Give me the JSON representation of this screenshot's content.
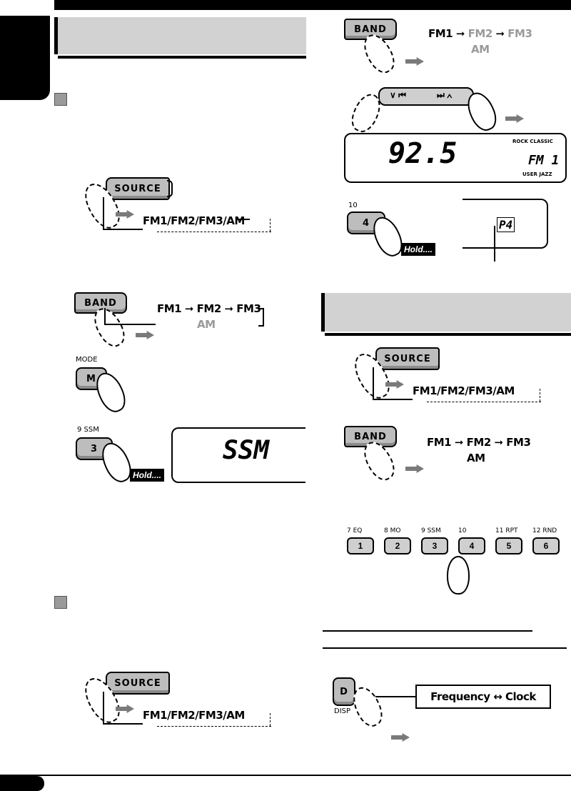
{
  "labels": {
    "source": "SOURCE",
    "band": "BAND",
    "mode_caption": "MODE",
    "m_key": "M",
    "ssm_caption": "9  SSM",
    "key3": "3",
    "key4": "4",
    "key4_caption": "10",
    "hold": "Hold....",
    "d_key": "D",
    "disp_caption": "DISP"
  },
  "flows": {
    "source_cycle": "FM1/FM2/FM3/AM",
    "band_fm1": "FM1",
    "band_fm2": "FM2",
    "band_fm3": "FM3",
    "band_am": "AM",
    "disp_freq": "Frequency",
    "disp_clock": "Clock"
  },
  "displays": {
    "ssm": "SSM",
    "frequency": "92.5",
    "band": "FM 1",
    "preset": "P4",
    "sound_modes": [
      "ROCK",
      "CLASSIC",
      "USER",
      "JAZZ"
    ]
  },
  "number_buttons": [
    {
      "caption": "7  EQ",
      "num": "1"
    },
    {
      "caption": "8  MO",
      "num": "2"
    },
    {
      "caption": "9  SSM",
      "num": "3"
    },
    {
      "caption": "10",
      "num": "4"
    },
    {
      "caption": "11  RPT",
      "num": "5"
    },
    {
      "caption": "12  RND",
      "num": "6"
    }
  ]
}
